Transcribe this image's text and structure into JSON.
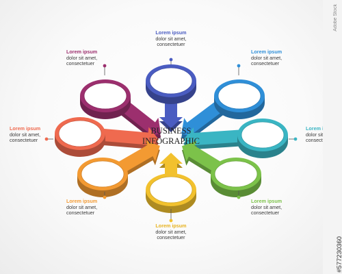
{
  "center": {
    "line1": "BUSINESS",
    "line2": "INFOGRAPHIC"
  },
  "colors": {
    "navy": "#4a5cc1",
    "blue": "#2f8fd8",
    "teal": "#3ab5c3",
    "green": "#7cc24a",
    "yellow": "#f2c12e",
    "orange": "#f39a32",
    "coral": "#ef6a4f",
    "purple": "#9c2f6e"
  },
  "items": [
    {
      "key": "navy",
      "heading": "Lorem ipsum",
      "line1": "dolor sit amet,",
      "line2": "consectetuer"
    },
    {
      "key": "blue",
      "heading": "Lorem ipsum",
      "line1": "dolor sit amet,",
      "line2": "consectetuer"
    },
    {
      "key": "teal",
      "heading": "Lorem ipsum",
      "line1": "dolor sit amet,",
      "line2": "consectetuer"
    },
    {
      "key": "green",
      "heading": "Lorem ipsum",
      "line1": "dolor sit amet,",
      "line2": "consectetuer"
    },
    {
      "key": "yellow",
      "heading": "Lorem ipsum",
      "line1": "dolor sit amet,",
      "line2": "consectetuer"
    },
    {
      "key": "orange",
      "heading": "Lorem ipsum",
      "line1": "dolor sit amet,",
      "line2": "consectetuer"
    },
    {
      "key": "coral",
      "heading": "Lorem ipsum",
      "line1": "dolor sit amet,",
      "line2": "consectetuer"
    },
    {
      "key": "purple",
      "heading": "Lorem ipsum",
      "line1": "dolor sit amet,",
      "line2": "consectetuer"
    }
  ],
  "stock": {
    "id": "#577230360",
    "logo": "Adobe Stock"
  }
}
